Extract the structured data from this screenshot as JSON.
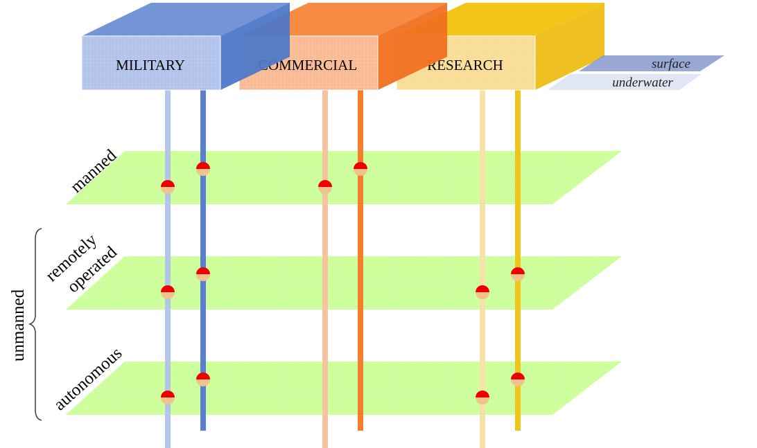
{
  "domains": [
    {
      "label": "MILITARY",
      "front": "#a8bde8",
      "top": "#6b8fd6",
      "side": "#4f78c8",
      "surface_pole": "#5b7fd0",
      "underwater_pole": "#b3c6ea"
    },
    {
      "label": "COMMERCIAL",
      "front": "#f8b287",
      "top": "#f7853a",
      "side": "#f07020",
      "surface_pole": "#f57e2c",
      "underwater_pole": "#f6c2a0"
    },
    {
      "label": "RESEARCH",
      "front": "#f8d98a",
      "top": "#f2c20c",
      "side": "#eebd15",
      "surface_pole": "#f0c419",
      "underwater_pole": "#f5e2a8"
    }
  ],
  "environment_legend": {
    "surface": "surface",
    "underwater": "underwater"
  },
  "levels": [
    {
      "label": "manned"
    },
    {
      "label_line1": "remotely",
      "label_line2": "operated"
    },
    {
      "label": "autonomous"
    }
  ],
  "group_label": "unmanned",
  "markers": [
    {
      "level": 0,
      "domain": 0,
      "environment": "underwater"
    },
    {
      "level": 0,
      "domain": 0,
      "environment": "surface"
    },
    {
      "level": 0,
      "domain": 1,
      "environment": "underwater"
    },
    {
      "level": 0,
      "domain": 1,
      "environment": "surface"
    },
    {
      "level": 1,
      "domain": 0,
      "environment": "underwater"
    },
    {
      "level": 1,
      "domain": 0,
      "environment": "surface"
    },
    {
      "level": 1,
      "domain": 2,
      "environment": "underwater"
    },
    {
      "level": 1,
      "domain": 2,
      "environment": "surface"
    },
    {
      "level": 2,
      "domain": 0,
      "environment": "underwater"
    },
    {
      "level": 2,
      "domain": 0,
      "environment": "surface"
    },
    {
      "level": 2,
      "domain": 2,
      "environment": "underwater"
    },
    {
      "level": 2,
      "domain": 2,
      "environment": "surface"
    }
  ],
  "colors": {
    "plane": "#ccff99",
    "marker_top": "#ee0000",
    "marker_bottom": "#f0c28c",
    "legend_surface": "#8899cc",
    "legend_underwater": "#dde3f2"
  }
}
